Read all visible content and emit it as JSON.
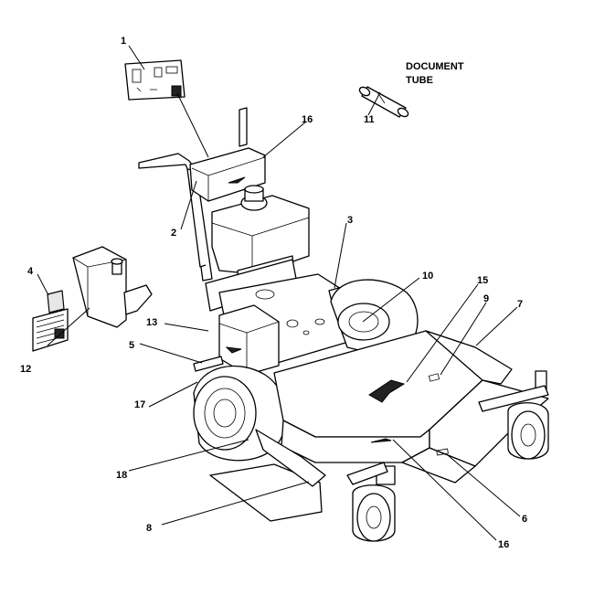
{
  "diagram": {
    "note_lines": [
      "DOCUMENT",
      "TUBE"
    ],
    "callouts": [
      {
        "id": "c1",
        "label": "1"
      },
      {
        "id": "c2",
        "label": "2"
      },
      {
        "id": "c3",
        "label": "3"
      },
      {
        "id": "c4",
        "label": "4"
      },
      {
        "id": "c5",
        "label": "5"
      },
      {
        "id": "c6",
        "label": "6"
      },
      {
        "id": "c7",
        "label": "7"
      },
      {
        "id": "c8",
        "label": "8"
      },
      {
        "id": "c9",
        "label": "9"
      },
      {
        "id": "c10",
        "label": "10"
      },
      {
        "id": "c11",
        "label": "11"
      },
      {
        "id": "c12",
        "label": "12"
      },
      {
        "id": "c13",
        "label": "13"
      },
      {
        "id": "c15",
        "label": "15"
      },
      {
        "id": "c16a",
        "label": "16"
      },
      {
        "id": "c16b",
        "label": "16"
      },
      {
        "id": "c17",
        "label": "17"
      },
      {
        "id": "c18",
        "label": "18"
      }
    ]
  }
}
